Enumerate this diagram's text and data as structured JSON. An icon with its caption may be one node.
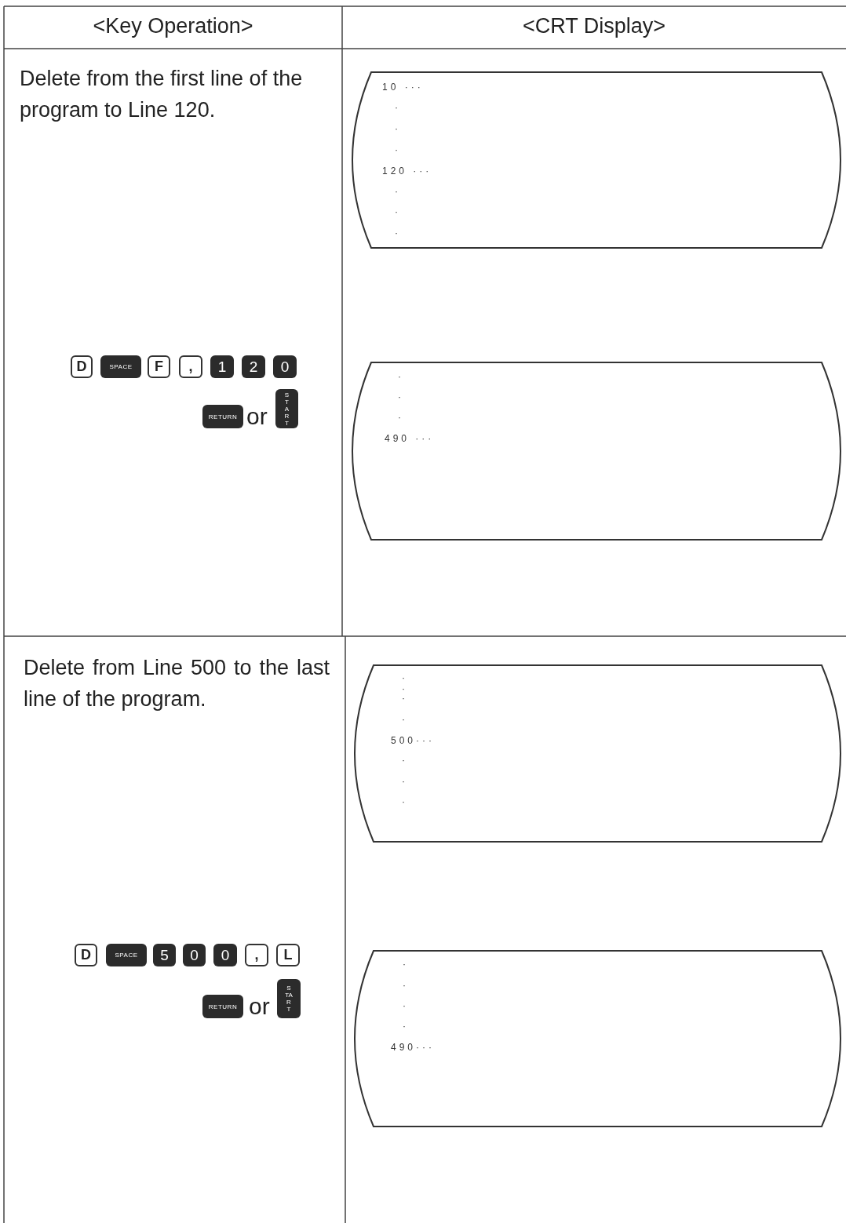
{
  "diagram": {
    "nodes": [
      {
        "text": [
          "10 ···",
          "·",
          "·",
          "·",
          "120 ···",
          "·",
          "·",
          "·"
        ]
      },
      {
        "text": [
          "D"
        ]
      },
      {
        "text": [
          "SPACE"
        ]
      },
      {
        "text": [
          "F"
        ]
      },
      {
        "text": [
          ","
        ]
      },
      {
        "text": [
          "1"
        ]
      },
      {
        "text": [
          "2"
        ]
      },
      {
        "text": [
          "0"
        ]
      },
      {
        "text": [
          "RETURN"
        ]
      },
      {
        "text": [
          "START"
        ]
      },
      {
        "text": [
          "·",
          "·",
          "·",
          "490 ···"
        ]
      },
      {
        "text": [
          "·",
          "·",
          "·",
          "·",
          "500···",
          "·",
          "·",
          "·"
        ]
      },
      {
        "text": [
          "D"
        ]
      },
      {
        "text": [
          "SPACE"
        ]
      },
      {
        "text": [
          "5"
        ]
      },
      {
        "text": [
          "0"
        ]
      },
      {
        "text": [
          "0"
        ]
      },
      {
        "text": [
          ","
        ]
      },
      {
        "text": [
          "L"
        ]
      },
      {
        "text": [
          "RETURN"
        ]
      },
      {
        "text": [
          "START"
        ]
      },
      {
        "text": [
          "·",
          "·",
          "·",
          "·",
          "490···"
        ]
      }
    ],
    "labels": [
      "<Key Operation>",
      "<CRT Display>",
      "Delete from the first line of the program to Line 120.",
      "or",
      "Delete from Line 500 to the last line of the program.",
      "or"
    ]
  }
}
